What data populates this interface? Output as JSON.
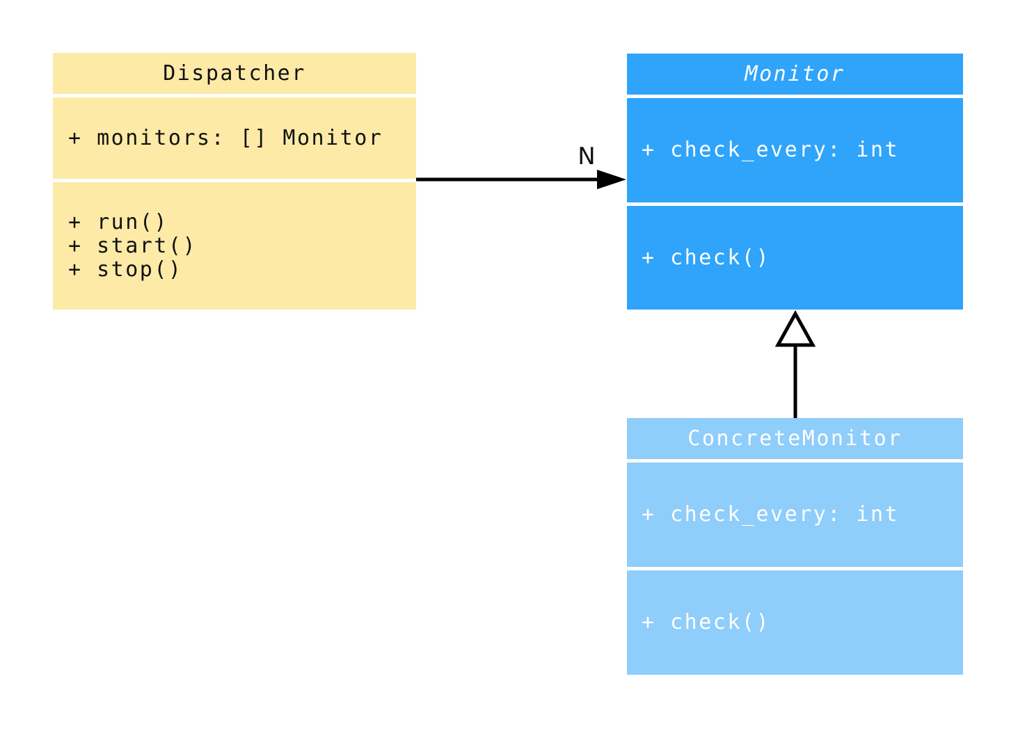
{
  "diagram": {
    "kind": "uml-class-diagram",
    "classes": [
      {
        "name": "Dispatcher",
        "abstract": false,
        "attributes": [
          "+ monitors: [] Monitor"
        ],
        "methods": [
          "+ run()",
          "+ start()",
          "+ stop()"
        ]
      },
      {
        "name": "Monitor",
        "abstract": true,
        "attributes": [
          "+ check_every: int"
        ],
        "methods": [
          "+ check()"
        ]
      },
      {
        "name": "ConcreteMonitor",
        "abstract": false,
        "attributes": [
          "+ check_every: int"
        ],
        "methods": [
          "+ check()"
        ]
      }
    ],
    "relations": [
      {
        "type": "association",
        "from": "Dispatcher",
        "to": "Monitor",
        "label": "N",
        "arrowhead": "filled-arrow"
      },
      {
        "type": "inheritance",
        "from": "ConcreteMonitor",
        "to": "Monitor",
        "label": "",
        "arrowhead": "hollow-triangle"
      }
    ]
  },
  "colors": {
    "dispatcher-fill": "#FDEAA7",
    "monitor-fill": "#2FA4FA",
    "concrete-monitor-fill": "#8FCDFA",
    "dark-text": "#111111",
    "light-text": "#FFFFFF",
    "edge": "#000000",
    "background": "#FFFFFF"
  }
}
